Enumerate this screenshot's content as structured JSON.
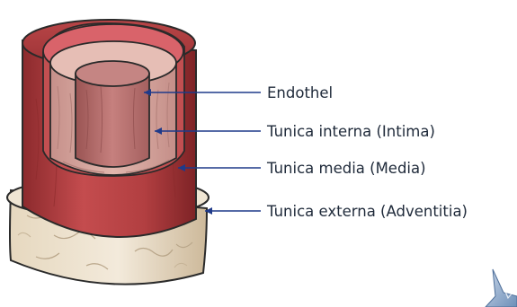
{
  "diagram": {
    "labels": [
      {
        "id": "endothel",
        "text": "Endothel"
      },
      {
        "id": "intima",
        "text": "Tunica interna (Intima)"
      },
      {
        "id": "media",
        "text": "Tunica media (Media)"
      },
      {
        "id": "adventitia",
        "text": "Tunica externa (Adventitia)"
      }
    ],
    "colors": {
      "adventitia": "#ede2cf",
      "media": "#b23f41",
      "intima": "#d8a9a0",
      "endothel": "#b7706f",
      "leader": "#1f3a8a"
    },
    "corner_logo": "star-logo-icon"
  }
}
